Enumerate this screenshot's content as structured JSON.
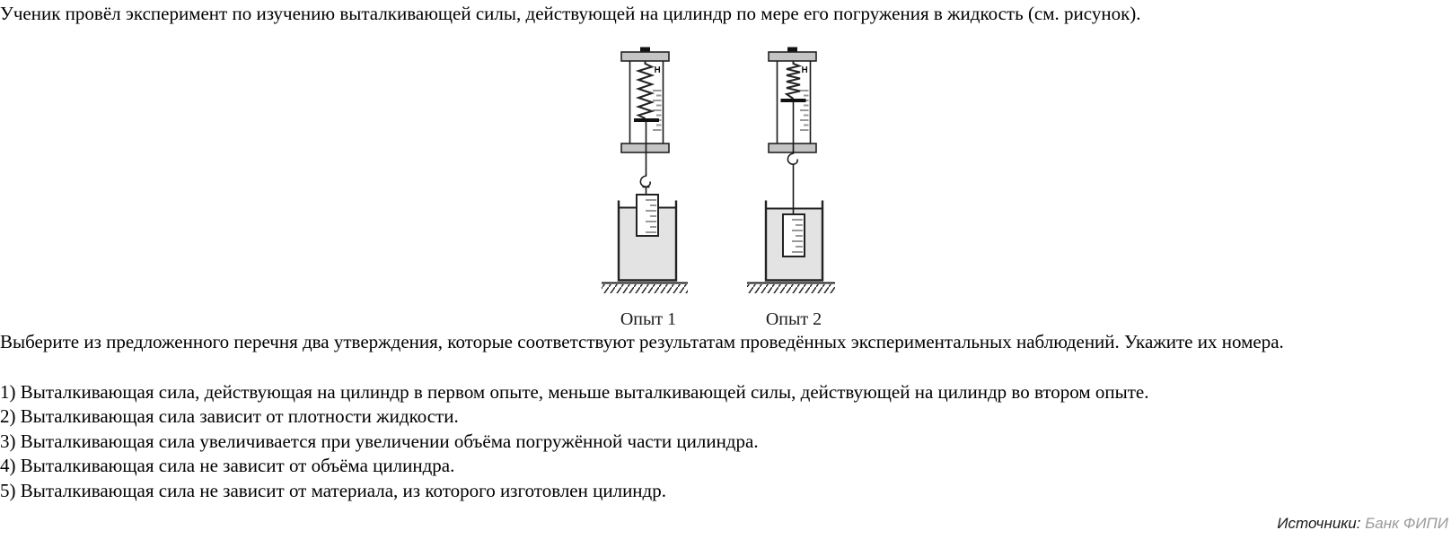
{
  "intro": "Ученик провёл эксперимент по изучению выталкивающей силы, действующей на цилиндр по мере его погружения в жидкость (см. рисунок).",
  "figure": {
    "experiment1_label": "Опыт 1",
    "experiment2_label": "Опыт 2",
    "dynamometer_unit": "Н"
  },
  "question": {
    "prompt": "Выберите из предложенного перечня два утверждения, которые соответствуют результатам проведённых экспериментальных наблюдений. Укажите их номера.",
    "options": [
      "1) Выталкивающая сила, действующая на цилиндр в первом опыте, меньше выталкивающей силы, действующей на цилиндр во втором опыте.",
      "2) Выталкивающая сила зависит от плотности жидкости.",
      "3) Выталкивающая сила увеличивается при увеличении объёма погружённой части цилиндра.",
      "4) Выталкивающая сила не зависит от объёма цилиндра.",
      "5) Выталкивающая сила не зависит от материала, из которого изготовлен цилиндр."
    ]
  },
  "source": {
    "prefix": "Источники:",
    "name": "Банк ФИПИ"
  },
  "colors": {
    "liquid": "#e3e3e3",
    "apparatus_bar": "#c4c4c4",
    "scale_tick": "#999999",
    "source_muted": "#9a9a9a"
  }
}
